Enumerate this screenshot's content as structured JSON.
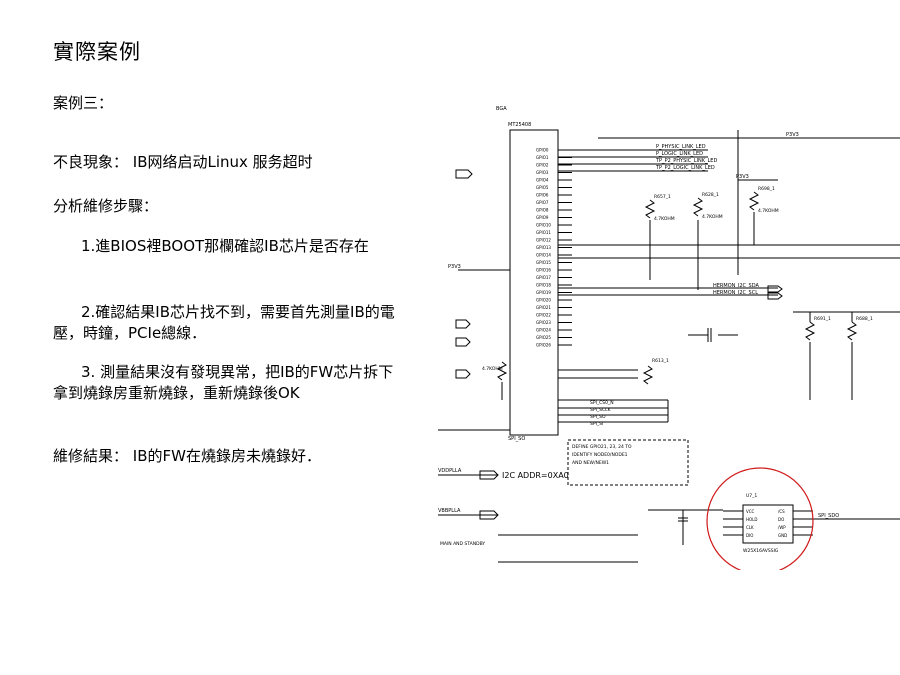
{
  "slide": {
    "title": "實際案例",
    "case_label": "案例三：",
    "symptom": "不良現象： IB网络启动Linux 服务超时",
    "analysis_heading": "分析維修步驟：",
    "steps": [
      "1.進BIOS裡BOOT那欄確認IB芯片是否存在",
      "2.確認結果IB芯片找不到，需要首先測量IB的電壓，時鐘，PCIe總線．",
      "3. 測量結果沒有發現異常，把IB的FW芯片拆下拿到燒錄房重新燒錄，重新燒錄後OK"
    ],
    "result": "維修結果： IB的FW在燒錄房未燒錄好．"
  },
  "schematic": {
    "ic_name": "MT25408",
    "gpio_pins": [
      "GPIO0",
      "GPIO1",
      "GPIO2",
      "GPIO3",
      "GPIO4",
      "GPIO5",
      "GPIO6",
      "GPIO7",
      "GPIO8",
      "GPIO9",
      "GPIO10",
      "GPIO11",
      "GPIO12",
      "GPIO13",
      "GPIO14",
      "GPIO15",
      "GPIO16",
      "GPIO17",
      "GPIO18",
      "GPIO19",
      "GPIO20",
      "GPIO21",
      "GPIO22",
      "GPIO23",
      "GPIO24",
      "GPIO25",
      "GPIO26"
    ],
    "nets": [
      "P_PHYSIC_LINK_LED",
      "P_LOGIC_LINK_LED",
      "TP_P2_PHYSIC_LINK_LED",
      "TP_P2_LOGIC_LINK_LED"
    ],
    "spi_lines": [
      "SPI_CS0_N",
      "SPI_SCLK",
      "SPI_SO",
      "SPI_SI"
    ],
    "bus_labels": [
      "HERMON_I2C_SDA",
      "HERMON_I2C_SCL"
    ],
    "i2c_note": "I2C   ADDR=0XA0",
    "define_note": [
      "DEFINE GPIO21, 23, 24 TO",
      "IDENTIFY  NODE0/NODE1",
      "AND NEW/NEW1"
    ],
    "flash_chip": "W25X16AVSSIG",
    "flash_ref": "U7_1",
    "flash_pins_left": [
      "VCC",
      "HOLD",
      "CLK",
      "DIO"
    ],
    "flash_pins_right": [
      "/CS",
      "DO",
      "/WP",
      "GND"
    ],
    "flash_label": "SPI_SDO",
    "power_labels": [
      "P3V3",
      "P3V3",
      "P3V3"
    ],
    "resistor_labels": [
      "R698_1",
      "R628_1",
      "R657_1",
      "R613_1",
      "R691_1",
      "R688_1"
    ],
    "resistor_value": "4.7KOHM",
    "part_ref": "BGA",
    "vcc_labels": [
      "VDDPLLA",
      "VBBPLLA"
    ],
    "main_standby": "MAIN AND STANDBY",
    "highlight_color": "#d11a1a"
  }
}
